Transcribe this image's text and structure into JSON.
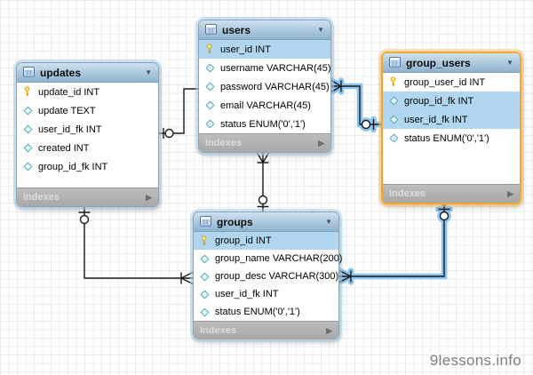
{
  "watermark": "9lessons.info",
  "colors": {
    "header_gradient_top": "#cfe1ed",
    "header_gradient_bottom": "#8fb3cd",
    "row_highlight": "#b0d7ef",
    "selection_border": "#f2a535",
    "connector_glow": "#8ac4ef",
    "footer_gray": "#b2b2b2"
  },
  "tables": {
    "updates": {
      "title": "updates",
      "footer": "Indexes",
      "columns": [
        {
          "text": "update_id INT"
        },
        {
          "text": "update TEXT"
        },
        {
          "text": "user_id_fk INT"
        },
        {
          "text": "created INT"
        },
        {
          "text": "group_id_fk INT"
        }
      ]
    },
    "users": {
      "title": "users",
      "footer": "Indexes",
      "columns": [
        {
          "text": "user_id INT"
        },
        {
          "text": "username VARCHAR(45)"
        },
        {
          "text": "password VARCHAR(45)"
        },
        {
          "text": "email VARCHAR(45)"
        },
        {
          "text": "status ENUM('0','1')"
        }
      ]
    },
    "group_users": {
      "title": "group_users",
      "footer": "Indexes",
      "columns": [
        {
          "text": "group_user_id INT"
        },
        {
          "text": "group_id_fk INT"
        },
        {
          "text": "user_id_fk INT"
        },
        {
          "text": "status ENUM('0','1')"
        }
      ]
    },
    "groups": {
      "title": "groups",
      "footer": "Indexes",
      "columns": [
        {
          "text": "group_id INT"
        },
        {
          "text": "group_name VARCHAR(200)"
        },
        {
          "text": "group_desc VARCHAR(300)"
        },
        {
          "text": "user_id_fk INT"
        },
        {
          "text": "status ENUM('0','1')"
        }
      ]
    }
  },
  "relationships": [
    {
      "from": "updates",
      "to": "users",
      "highlighted": false
    },
    {
      "from": "updates",
      "to": "groups",
      "highlighted": false
    },
    {
      "from": "users",
      "to": "groups",
      "highlighted": false
    },
    {
      "from": "users",
      "to": "group_users",
      "highlighted": true
    },
    {
      "from": "groups",
      "to": "group_users",
      "highlighted": true
    }
  ]
}
